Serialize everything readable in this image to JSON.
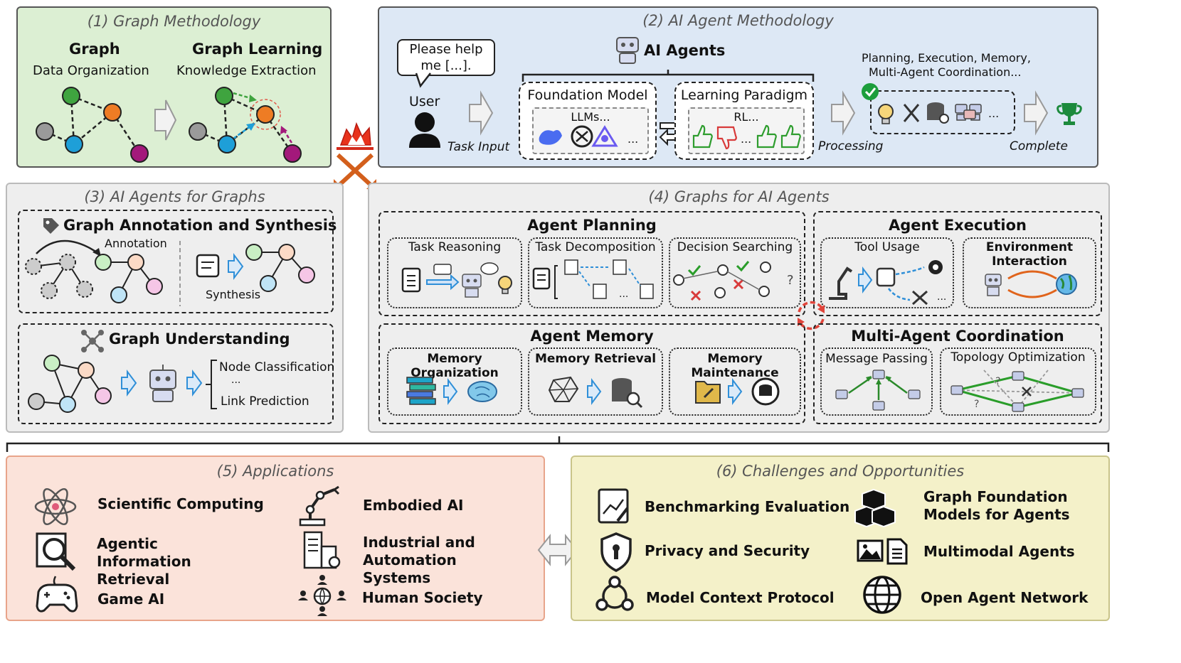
{
  "p1": {
    "title": "(1) Graph Methodology",
    "graph": "Graph",
    "graph_sub": "Data Organization",
    "learning": "Graph Learning",
    "learning_sub": "Knowledge Extraction"
  },
  "p2": {
    "title": "(2) AI Agent Methodology",
    "bubble": "Please help me [...].",
    "user": "User",
    "task_input": "Task Input",
    "agents": "AI Agents",
    "foundation": "Foundation Model",
    "llms": "LLMs...",
    "ellipsis": "...",
    "learning": "Learning Paradigm",
    "rl": "RL...",
    "processing": "Processing",
    "plan_line1": "Planning, Execution, Memory,",
    "plan_line2": "Multi-Agent Coordination...",
    "complete": "Complete"
  },
  "p3": {
    "title": "(3) AI Agents for Graphs",
    "annot_title": "Graph Annotation and Synthesis",
    "annotation": "Annotation",
    "synthesis": "Synthesis",
    "under_title": "Graph Understanding",
    "node_cls": "Node Classification",
    "ellipsis": "...",
    "link_pred": "Link Prediction"
  },
  "p4": {
    "title": "(4) Graphs for AI Agents",
    "planning": "Agent Planning",
    "task_reasoning": "Task Reasoning",
    "task_decomp": "Task Decomposition",
    "decision": "Decision Searching",
    "execution": "Agent Execution",
    "tool_usage": "Tool Usage",
    "env_1": "Environment",
    "env_2": "Interaction",
    "memory": "Agent Memory",
    "mem_org": "Memory Organization",
    "mem_ret": "Memory Retrieval",
    "mem_main": "Memory Maintenance",
    "mac": "Multi-Agent Coordination",
    "msg": "Message Passing",
    "topo": "Topology Optimization"
  },
  "p5": {
    "title": "(5) Applications",
    "items": [
      {
        "label": "Scientific Computing",
        "icon": "atom-icon"
      },
      {
        "label": "Agentic Information Retrieval",
        "icon": "search-doc-icon"
      },
      {
        "label": "Game AI",
        "icon": "gamepad-icon"
      },
      {
        "label": "Embodied AI",
        "icon": "robot-arm-icon"
      },
      {
        "label": "Industrial and Automation Systems",
        "icon": "factory-icon"
      },
      {
        "label": "Human Society",
        "icon": "people-globe-icon"
      }
    ]
  },
  "p6": {
    "title": "(6) Challenges and Opportunities",
    "items": [
      {
        "label": "Benchmarking Evaluation",
        "icon": "chart-pen-icon"
      },
      {
        "label": "Privacy and Security",
        "icon": "shield-icon"
      },
      {
        "label": "Model Context Protocol",
        "icon": "protocol-icon"
      },
      {
        "label": "Graph Foundation Models for Agents",
        "icon": "cubes-icon"
      },
      {
        "label": "Multimodal Agents",
        "icon": "image-doc-icon"
      },
      {
        "label": "Open Agent Network",
        "icon": "globe-icon"
      }
    ]
  },
  "colors": {
    "p1_bg": "#dcefd3",
    "p2_bg": "#dde8f5",
    "p3_bg": "#eeeeee",
    "p4_bg": "#eeeeee",
    "p5_bg": "#fbe3da",
    "p5_border": "#e8a48a",
    "p6_bg": "#f4f1c9",
    "p6_border": "#c9c48a",
    "accent_blue": "#2f8fd8",
    "node_green": "#3fa43f",
    "node_orange": "#ee7c24",
    "node_blue": "#1e9fd8",
    "node_purple": "#a3197b",
    "node_gray": "#9a9a9a"
  }
}
